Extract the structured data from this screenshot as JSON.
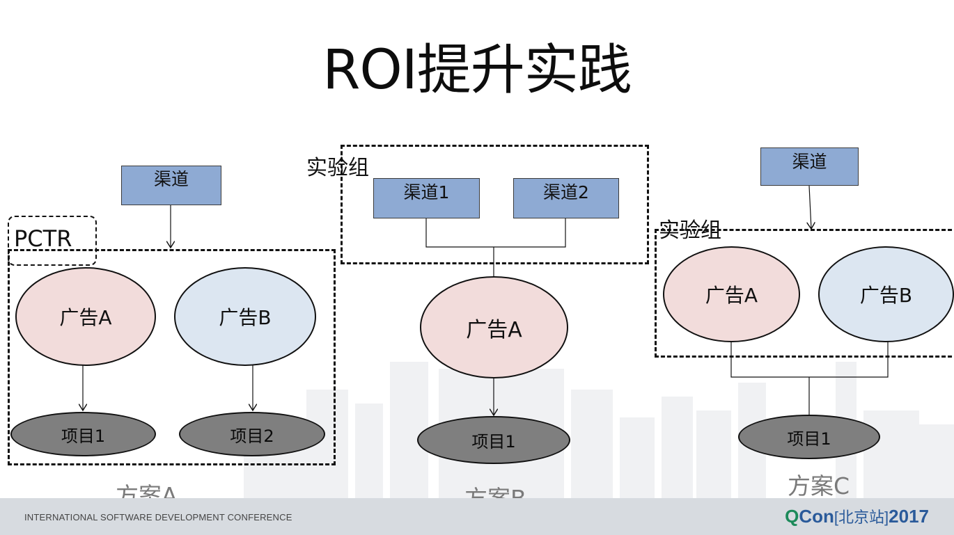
{
  "title": "ROI提升实践",
  "plans": {
    "a": {
      "channel": "渠道",
      "pctr": "PCTR",
      "ad_a": "广告A",
      "ad_b": "广告B",
      "item1": "项目1",
      "item2": "项目2",
      "caption": "方案A"
    },
    "b": {
      "experiment_group": "实验组",
      "channel1": "渠道1",
      "channel2": "渠道2",
      "ad_a": "广告A",
      "item1": "项目1",
      "caption": "方案B"
    },
    "c": {
      "channel": "渠道",
      "experiment_group": "实验组",
      "ad_a": "广告A",
      "ad_b": "广告B",
      "item1": "项目1",
      "caption": "方案C"
    }
  },
  "footer": {
    "conference": "INTERNATIONAL SOFTWARE DEVELOPMENT CONFERENCE",
    "logo_q": "Q",
    "logo_con": "Con",
    "logo_city": "[北京站]",
    "logo_year": "2017"
  },
  "colors": {
    "channel_box": "#8eaad3",
    "ad_a_fill": "#f2dcdb",
    "ad_b_fill": "#dce6f1",
    "item_fill": "#7f7f7f",
    "footer_bg": "#d7dbe0",
    "logo_green": "#1c8a5a",
    "logo_blue": "#2a5a9a"
  }
}
